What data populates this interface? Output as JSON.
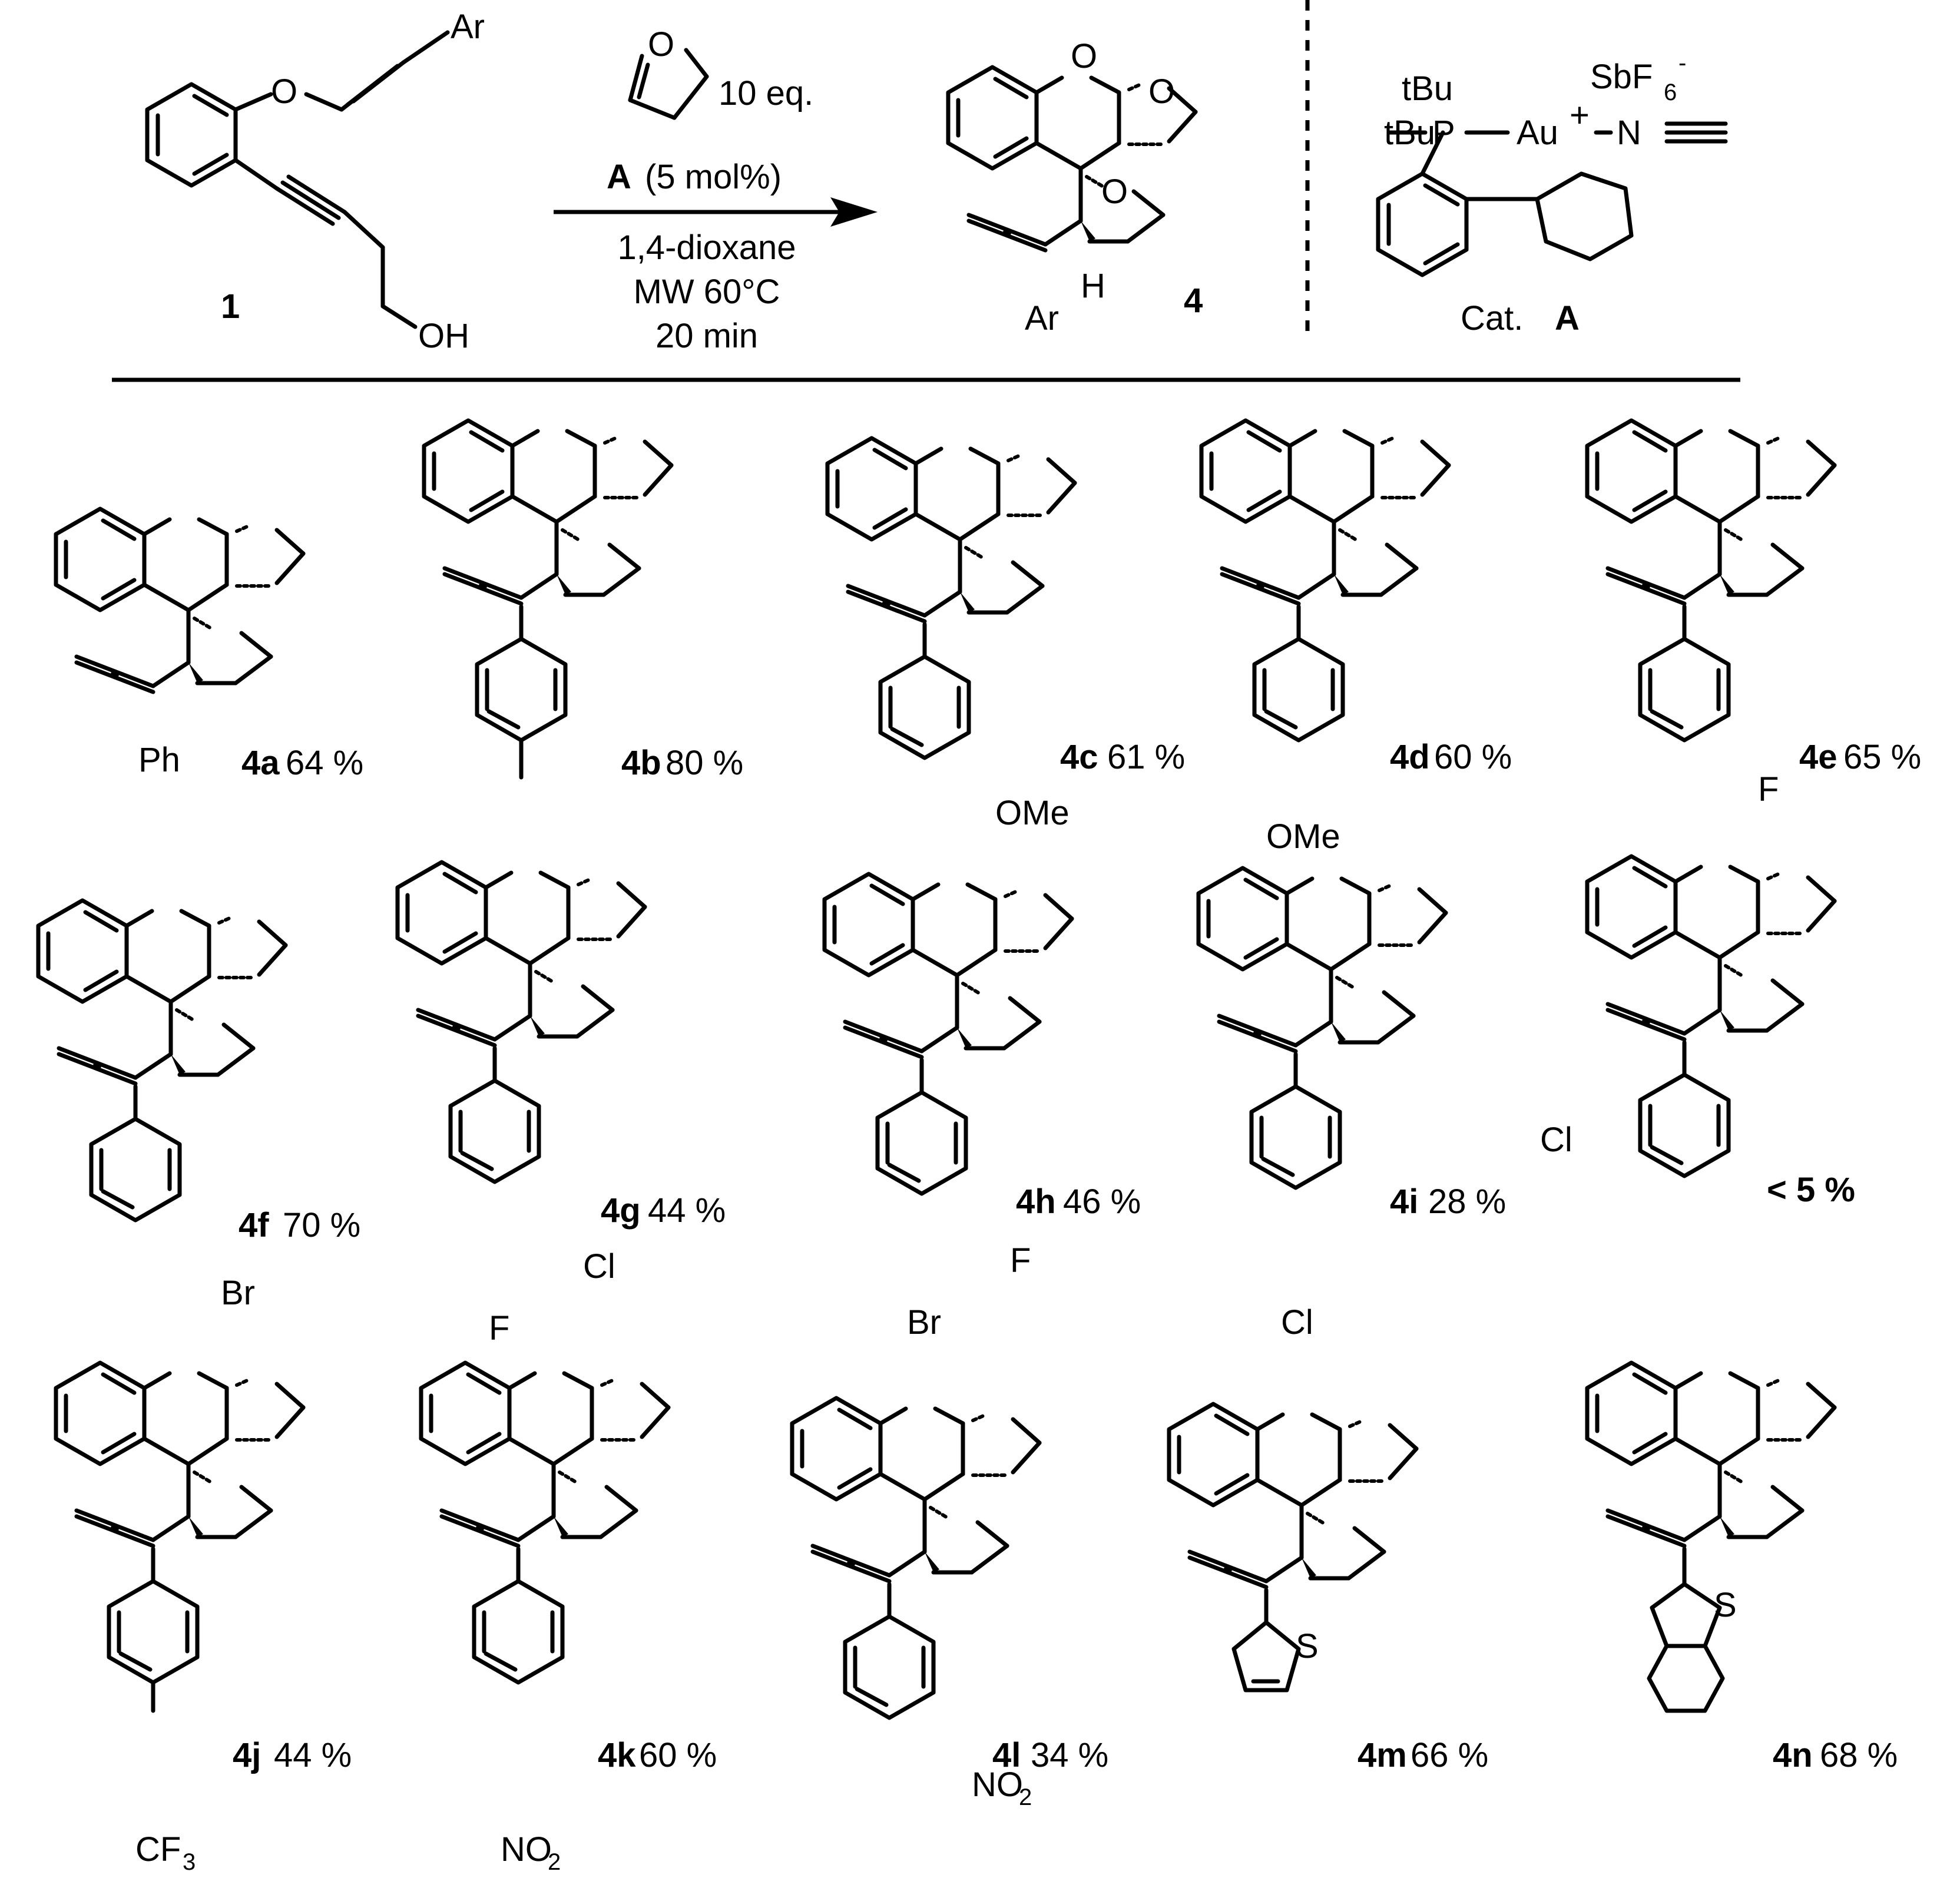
{
  "reaction": {
    "reactant_id": "1",
    "reactant_labels": {
      "aryl": "Ar",
      "oxygen": "O",
      "hydroxyl": "OH"
    },
    "reagent_equiv": "10 eq.",
    "reagent_ring_o": "O",
    "catalyst_bold": "A",
    "catalyst_loading": "(5 mol%)",
    "solvent": "1,4-dioxane",
    "heating": "MW 60°C",
    "time": "20 min",
    "product_id": "4",
    "product_labels": {
      "aryl": "Ar",
      "hydrogen": "H",
      "oxygen": "O"
    }
  },
  "catalyst": {
    "tbu_1": "tBu",
    "tbu_2": "tBu",
    "phosphorus": "P",
    "gold": "Au",
    "gold_charge": "+",
    "nitrogen": "N",
    "counterion": "SbF",
    "counterion_sub": "6",
    "counterion_charge": "-",
    "caption": "Cat.",
    "caption_bold": "A"
  },
  "products": [
    {
      "id": "4a",
      "yield": "64 %",
      "aryl_label": "Ph"
    },
    {
      "id": "4b",
      "yield": "80 %",
      "substituent": "CH3 (para)"
    },
    {
      "id": "4c",
      "yield": "61 %",
      "substituent": "OMe"
    },
    {
      "id": "4d",
      "yield": "60 %",
      "substituent": "OMe"
    },
    {
      "id": "4e",
      "yield": "65 %",
      "substituent": "F"
    },
    {
      "id": "4f",
      "yield": "70 %",
      "substituent": "Br"
    },
    {
      "id": "4g",
      "yield": "44 %",
      "substituent": "Cl",
      "substituent_2": "F"
    },
    {
      "id": "4h",
      "yield": "46 %",
      "substituent": "F",
      "substituent_2": "Br"
    },
    {
      "id": "4i",
      "yield": "28 %",
      "substituent": "Cl"
    },
    {
      "id": "",
      "yield": "< 5 %",
      "substituent": "Cl"
    },
    {
      "id": "4j",
      "yield": "44 %",
      "substituent": "CF",
      "substituent_sub": "3"
    },
    {
      "id": "4k",
      "yield": "60 %",
      "substituent": "NO",
      "substituent_sub": "2"
    },
    {
      "id": "4l",
      "yield": "34 %",
      "substituent": "NO",
      "substituent_sub": "2"
    },
    {
      "id": "4m",
      "yield": "66 %",
      "hetero": "S"
    },
    {
      "id": "4n",
      "yield": "68 %",
      "hetero": "S"
    }
  ],
  "common_labels": {
    "O": "O",
    "H": "H"
  }
}
